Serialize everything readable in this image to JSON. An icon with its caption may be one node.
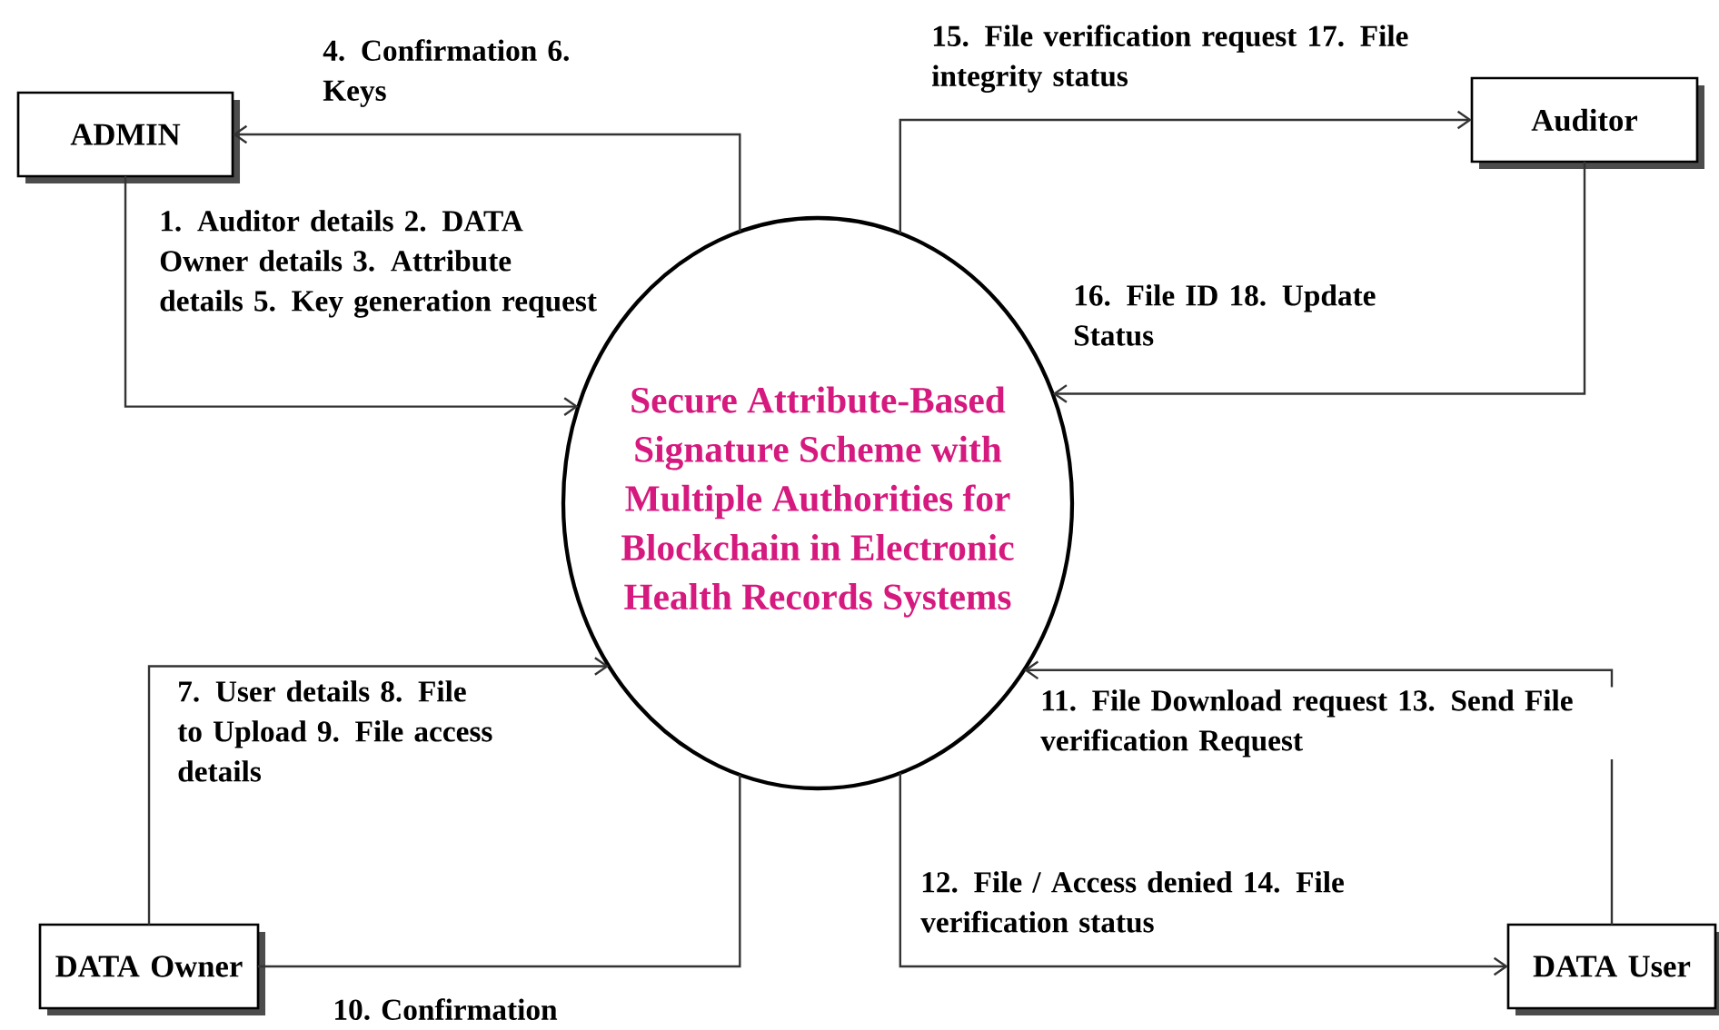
{
  "diagram": {
    "nodes": [
      {
        "text": [
          "ADMIN"
        ]
      },
      {
        "text": [
          "Auditor"
        ]
      },
      {
        "text": [
          "Secure Attribute-Based Signature Scheme with Multiple Authorities for Blockchain in Electronic Health Records Systems"
        ]
      },
      {
        "text": [
          "DATA Owner"
        ]
      },
      {
        "text": [
          "DATA User"
        ]
      }
    ],
    "edges": [
      {
        "from": 2,
        "to": 0,
        "arrow": "to",
        "label": "4. Confirmation 6. Keys"
      },
      {
        "from": 0,
        "to": 2,
        "arrow": "to",
        "label": "1. Auditor details 2. DATA Owner details 3. Attribute details 5. Key generation request"
      },
      {
        "from": 2,
        "to": 1,
        "arrow": "to",
        "label": "15. File verification request 17. File integrity status"
      },
      {
        "from": 1,
        "to": 2,
        "arrow": "to",
        "label": "16. File ID 18. Update Status"
      },
      {
        "from": 3,
        "to": 2,
        "arrow": "to",
        "label": "7. User details 8. File to Upload 9. File access details"
      },
      {
        "from": 2,
        "to": 3,
        "arrow": "none",
        "label": "10. Confirmation"
      },
      {
        "from": 4,
        "to": 2,
        "arrow": "to",
        "label": "11. File Download request 13. Send File verification Request"
      },
      {
        "from": 2,
        "to": 4,
        "arrow": "to",
        "label": "12. File / Access denied 14. File verification status"
      }
    ]
  }
}
